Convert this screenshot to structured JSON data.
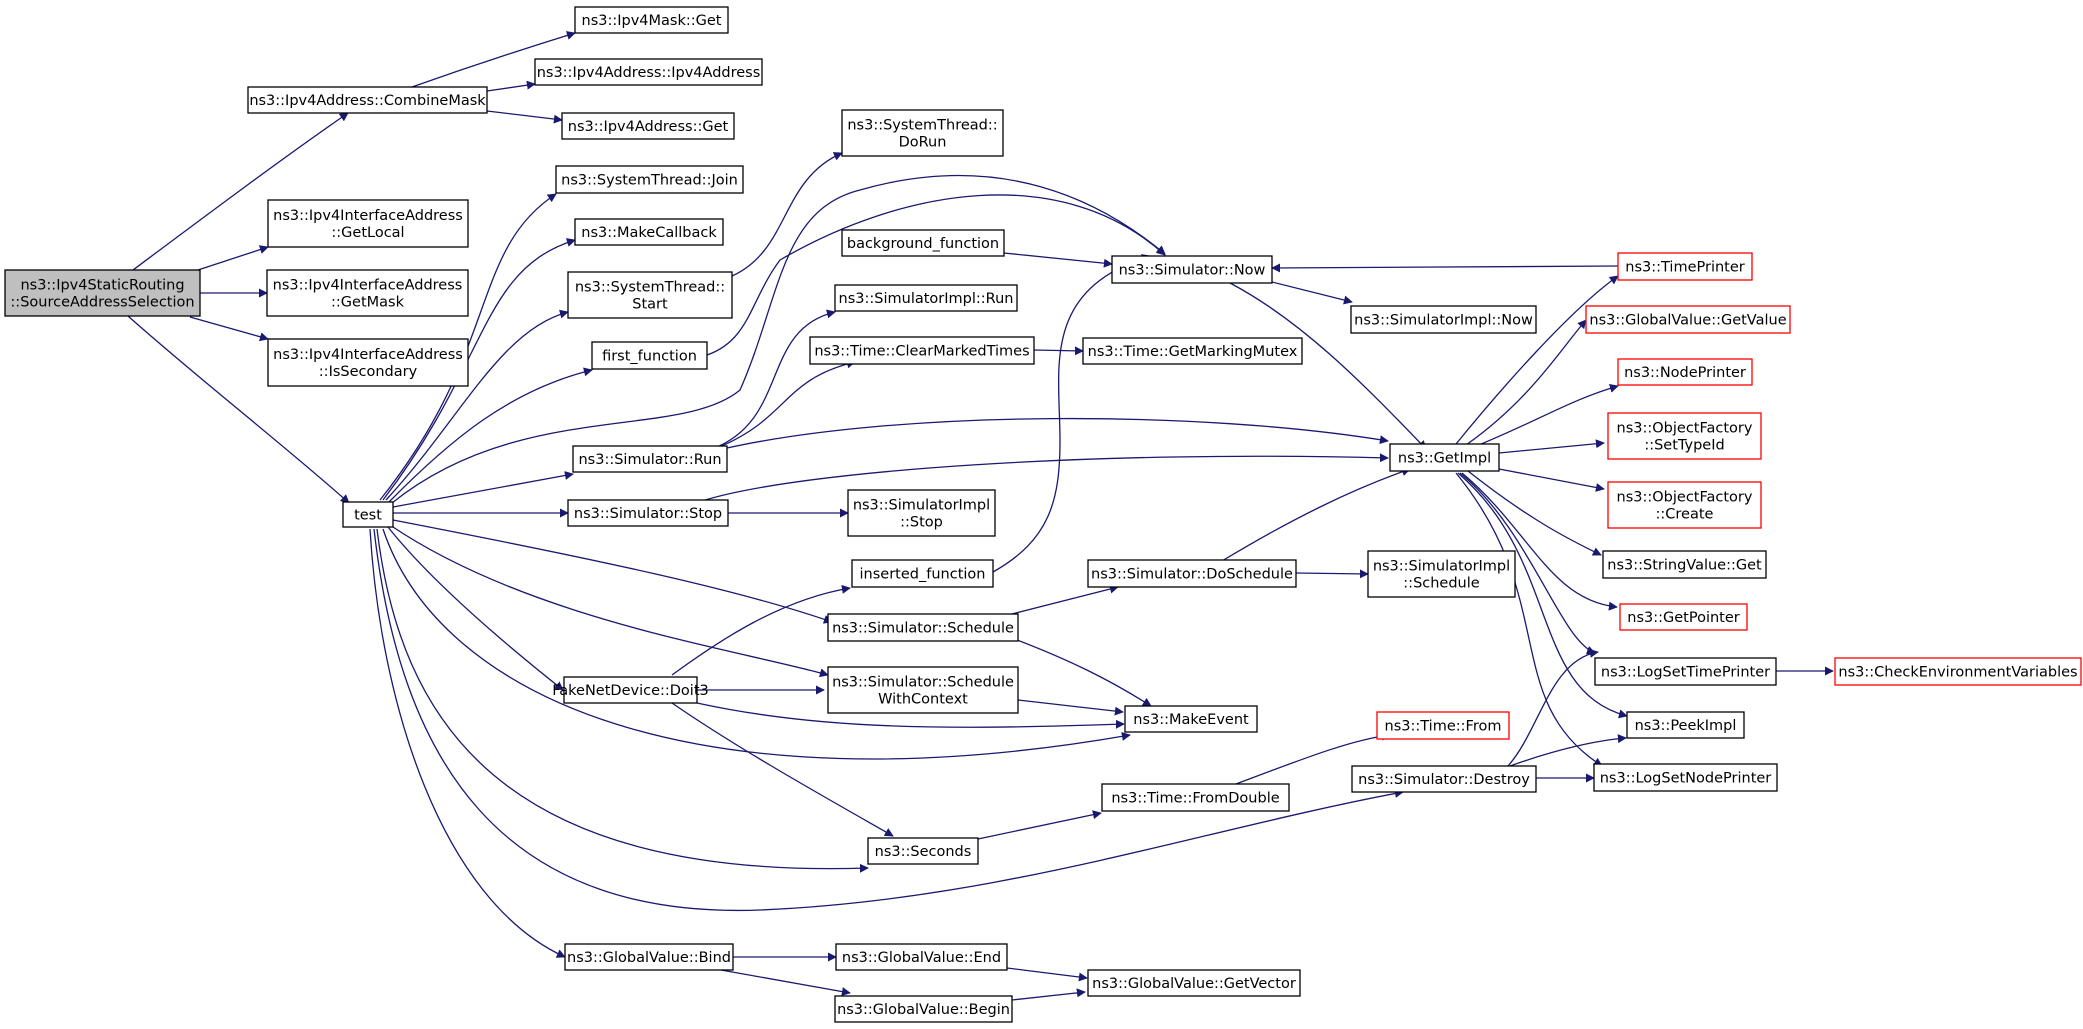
{
  "colors": {
    "edge": "#191970",
    "node_border": "#000000",
    "node_border_truncated": "#ff0000",
    "root_fill": "#bfbfbf",
    "node_fill": "#ffffff",
    "text": "#000000"
  },
  "nodes": [
    {
      "id": "root",
      "lines": [
        "ns3::Ipv4StaticRouting",
        "::SourceAddressSelection"
      ],
      "style": "root"
    },
    {
      "id": "combine_mask",
      "lines": [
        "ns3::Ipv4Address::CombineMask"
      ]
    },
    {
      "id": "ipv4mask_get",
      "lines": [
        "ns3::Ipv4Mask::Get"
      ]
    },
    {
      "id": "ipv4address_ctor",
      "lines": [
        "ns3::Ipv4Address::Ipv4Address"
      ]
    },
    {
      "id": "ipv4address_get",
      "lines": [
        "ns3::Ipv4Address::Get"
      ]
    },
    {
      "id": "getlocal",
      "lines": [
        "ns3::Ipv4InterfaceAddress",
        "::GetLocal"
      ]
    },
    {
      "id": "getmask",
      "lines": [
        "ns3::Ipv4InterfaceAddress",
        "::GetMask"
      ]
    },
    {
      "id": "issecondary",
      "lines": [
        "ns3::Ipv4InterfaceAddress",
        "::IsSecondary"
      ]
    },
    {
      "id": "test",
      "lines": [
        "test"
      ]
    },
    {
      "id": "thread_join",
      "lines": [
        "ns3::SystemThread::Join"
      ]
    },
    {
      "id": "makecallback",
      "lines": [
        "ns3::MakeCallback"
      ]
    },
    {
      "id": "thread_start",
      "lines": [
        "ns3::SystemThread::",
        "Start"
      ]
    },
    {
      "id": "thread_dorun",
      "lines": [
        "ns3::SystemThread::",
        "DoRun"
      ]
    },
    {
      "id": "first_function",
      "lines": [
        "first_function"
      ]
    },
    {
      "id": "background_function",
      "lines": [
        "background_function"
      ]
    },
    {
      "id": "simimpl_run",
      "lines": [
        "ns3::SimulatorImpl::Run"
      ]
    },
    {
      "id": "clear_marked_times",
      "lines": [
        "ns3::Time::ClearMarkedTimes"
      ]
    },
    {
      "id": "get_marking_mutex",
      "lines": [
        "ns3::Time::GetMarkingMutex"
      ]
    },
    {
      "id": "sim_now",
      "lines": [
        "ns3::Simulator::Now"
      ]
    },
    {
      "id": "simimpl_now",
      "lines": [
        "ns3::SimulatorImpl::Now"
      ]
    },
    {
      "id": "sim_run",
      "lines": [
        "ns3::Simulator::Run"
      ]
    },
    {
      "id": "sim_stop",
      "lines": [
        "ns3::Simulator::Stop"
      ]
    },
    {
      "id": "simimpl_stop",
      "lines": [
        "ns3::SimulatorImpl",
        "::Stop"
      ]
    },
    {
      "id": "inserted_function",
      "lines": [
        "inserted_function"
      ]
    },
    {
      "id": "sim_doschedule",
      "lines": [
        "ns3::Simulator::DoSchedule"
      ]
    },
    {
      "id": "simimpl_schedule",
      "lines": [
        "ns3::SimulatorImpl",
        "::Schedule"
      ]
    },
    {
      "id": "sim_schedule",
      "lines": [
        "ns3::Simulator::Schedule"
      ]
    },
    {
      "id": "fake_doit3",
      "lines": [
        "FakeNetDevice::Doit3"
      ]
    },
    {
      "id": "schedule_with_context",
      "lines": [
        "ns3::Simulator::Schedule",
        "WithContext"
      ]
    },
    {
      "id": "make_event",
      "lines": [
        "ns3::MakeEvent"
      ]
    },
    {
      "id": "time_from",
      "lines": [
        "ns3::Time::From"
      ],
      "style": "truncated"
    },
    {
      "id": "time_fromdouble",
      "lines": [
        "ns3::Time::FromDouble"
      ]
    },
    {
      "id": "sim_destroy",
      "lines": [
        "ns3::Simulator::Destroy"
      ]
    },
    {
      "id": "seconds",
      "lines": [
        "ns3::Seconds"
      ]
    },
    {
      "id": "gv_bind",
      "lines": [
        "ns3::GlobalValue::Bind"
      ]
    },
    {
      "id": "gv_end",
      "lines": [
        "ns3::GlobalValue::End"
      ]
    },
    {
      "id": "gv_begin",
      "lines": [
        "ns3::GlobalValue::Begin"
      ]
    },
    {
      "id": "gv_getvector",
      "lines": [
        "ns3::GlobalValue::GetVector"
      ]
    },
    {
      "id": "getimpl",
      "lines": [
        "ns3::GetImpl"
      ]
    },
    {
      "id": "timeprinter",
      "lines": [
        "ns3::TimePrinter"
      ],
      "style": "truncated"
    },
    {
      "id": "gv_getvalue",
      "lines": [
        "ns3::GlobalValue::GetValue"
      ],
      "style": "truncated"
    },
    {
      "id": "nodeprinter",
      "lines": [
        "ns3::NodePrinter"
      ],
      "style": "truncated"
    },
    {
      "id": "of_settypeid",
      "lines": [
        "ns3::ObjectFactory",
        "::SetTypeId"
      ],
      "style": "truncated"
    },
    {
      "id": "of_create",
      "lines": [
        "ns3::ObjectFactory",
        "::Create"
      ],
      "style": "truncated"
    },
    {
      "id": "stringvalue_get",
      "lines": [
        "ns3::StringValue::Get"
      ]
    },
    {
      "id": "getpointer",
      "lines": [
        "ns3::GetPointer"
      ],
      "style": "truncated"
    },
    {
      "id": "logsettimeprinter",
      "lines": [
        "ns3::LogSetTimePrinter"
      ]
    },
    {
      "id": "check_env",
      "lines": [
        "ns3::CheckEnvironmentVariables"
      ],
      "style": "truncated"
    },
    {
      "id": "peekimpl",
      "lines": [
        "ns3::PeekImpl"
      ]
    },
    {
      "id": "logsetnodeprinter",
      "lines": [
        "ns3::LogSetNodePrinter"
      ]
    }
  ]
}
